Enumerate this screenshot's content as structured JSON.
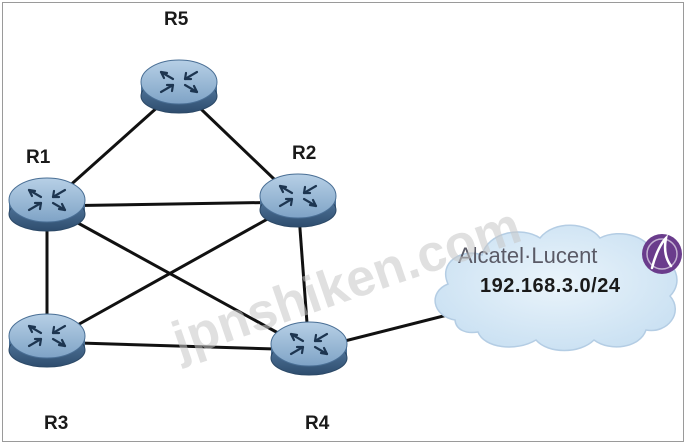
{
  "routers": [
    {
      "id": "R5",
      "label": "R5"
    },
    {
      "id": "R1",
      "label": "R1"
    },
    {
      "id": "R2",
      "label": "R2"
    },
    {
      "id": "R3",
      "label": "R3"
    },
    {
      "id": "R4",
      "label": "R4"
    }
  ],
  "links": [
    {
      "from": "R5",
      "to": "R1"
    },
    {
      "from": "R5",
      "to": "R2"
    },
    {
      "from": "R1",
      "to": "R2"
    },
    {
      "from": "R1",
      "to": "R3"
    },
    {
      "from": "R1",
      "to": "R4"
    },
    {
      "from": "R2",
      "to": "R3"
    },
    {
      "from": "R2",
      "to": "R4"
    },
    {
      "from": "R3",
      "to": "R4"
    },
    {
      "from": "R4",
      "to": "cloud"
    }
  ],
  "cloud": {
    "brand": "Alcatel·Lucent",
    "network": "192.168.3.0/24",
    "logo_icon": "alcatel-lucent-logo-icon"
  },
  "watermark": "jpnshiken.com",
  "colors": {
    "router_top": "#8fb3d4",
    "router_side": "#3f6387",
    "cloud_fill": "#d6e8f6",
    "cloud_stroke": "#b4cde4",
    "link": "#111111",
    "logo": "#6a3c8c"
  }
}
